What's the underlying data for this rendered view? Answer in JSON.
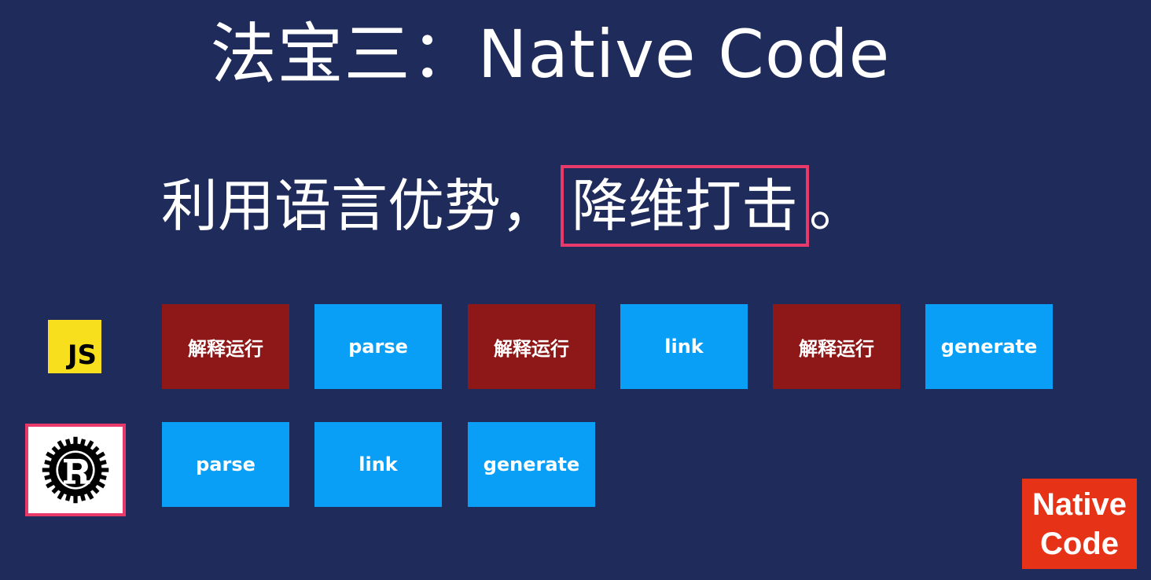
{
  "title": "法宝三：Native Code",
  "subtitle": {
    "prefix": "利用语言优势，",
    "highlight": "降维打击",
    "suffix": "。"
  },
  "js_row": {
    "icon_label": "JS",
    "steps": [
      "解释运行",
      "parse",
      "解释运行",
      "link",
      "解释运行",
      "generate"
    ]
  },
  "rust_row": {
    "steps": [
      "parse",
      "link",
      "generate"
    ]
  },
  "badge": {
    "line1": "Native",
    "line2": "Code"
  },
  "colors": {
    "background": "#1f2b5a",
    "interpret_box": "#8e1717",
    "native_step_box": "#0a9ff7",
    "highlight_border": "#e73a6b",
    "badge": "#e63318",
    "js_yellow": "#f7df1e"
  }
}
